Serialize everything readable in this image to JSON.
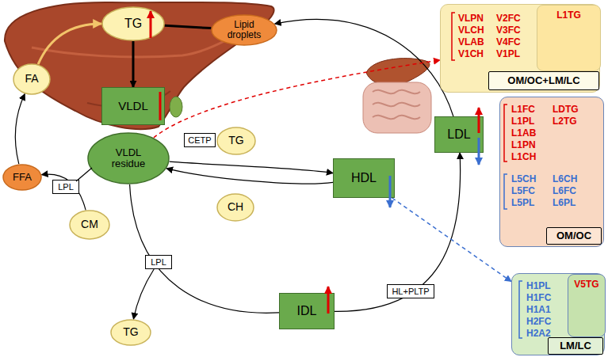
{
  "diagram": {
    "nodes": [
      {
        "text": [
          "TG"
        ]
      },
      {
        "text": [
          "Lipid droplets"
        ]
      },
      {
        "text": [
          "FA"
        ]
      },
      {
        "text": [
          "VLDL"
        ]
      },
      {
        "text": [
          "VLDL residue"
        ]
      },
      {
        "text": [
          "CETP"
        ]
      },
      {
        "text": [
          "TG"
        ]
      },
      {
        "text": [
          "HDL"
        ]
      },
      {
        "text": [
          "CH"
        ]
      },
      {
        "text": [
          "FFA"
        ]
      },
      {
        "text": [
          "LPL"
        ]
      },
      {
        "text": [
          "CM"
        ]
      },
      {
        "text": [
          "LPL"
        ]
      },
      {
        "text": [
          "TG"
        ]
      },
      {
        "text": [
          "IDL"
        ]
      },
      {
        "text": [
          "HL+PLTP"
        ]
      },
      {
        "text": [
          "LDL"
        ]
      },
      {
        "text": [
          "VLPN VLCH VLAB V1CH",
          "V2FC V3FC V4FC V1PL"
        ]
      },
      {
        "text": [
          "L1TG"
        ],
        "in": 17
      },
      {
        "text": [
          "OM/OC+LM/LC"
        ],
        "in": 17
      },
      {
        "text": [
          "L1FC L1PL L1AB L1PN L1CH",
          "LDTG L2TG",
          "L5CH L5FC L5PL",
          "L6CH L6FC L6PL"
        ]
      },
      {
        "text": [
          "OM/OC"
        ],
        "in": 20
      },
      {
        "text": [
          "H1PL H1FC H1A1 H2FC H2A2"
        ]
      },
      {
        "text": [
          "V5TG"
        ],
        "in": 22
      },
      {
        "text": [
          "LM/LC"
        ],
        "in": 22
      }
    ],
    "edges": [
      {
        "from": 2,
        "to": 0,
        "arrow": "to"
      },
      {
        "from": 0,
        "to": 3,
        "arrow": "to"
      },
      {
        "from": 0,
        "to": 1,
        "arrow": "none"
      },
      {
        "from": 9,
        "to": 2,
        "arrow": "to"
      },
      {
        "from": 11,
        "to": 9,
        "arrow": "to"
      },
      {
        "from": 4,
        "to": 7,
        "arrow": "to"
      },
      {
        "from": 7,
        "to": 4,
        "arrow": "to"
      },
      {
        "from": 4,
        "to": 14,
        "arrow": "none"
      },
      {
        "from": 12,
        "to": 13,
        "arrow": "to"
      },
      {
        "from": 14,
        "to": 16,
        "arrow": "to"
      },
      {
        "from": 16,
        "to": 1,
        "arrow": "to"
      },
      {
        "from": 4,
        "to": 17,
        "arrow": "to"
      },
      {
        "from": 7,
        "to": 22,
        "arrow": "to"
      }
    ]
  }
}
